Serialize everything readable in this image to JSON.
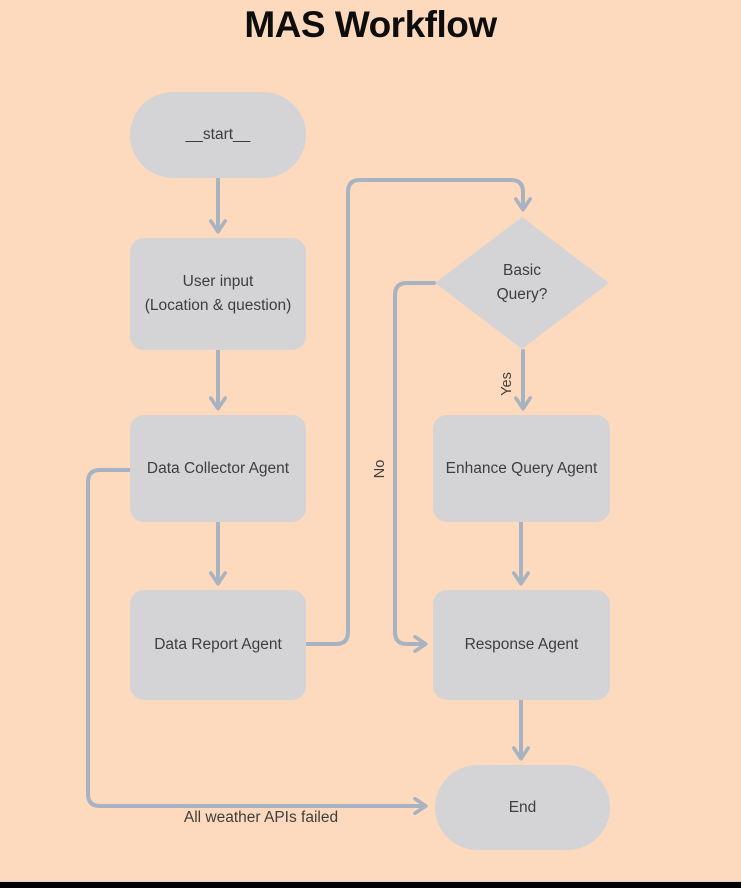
{
  "title": "MAS Workflow",
  "colors": {
    "background": "#fdd9bd",
    "node_fill": "#d4d4d6",
    "edge": "#a7b3c0",
    "node_text": "#3e3e3e",
    "title_text": "#0d0d0d"
  },
  "nodes": {
    "start": {
      "label": "__start__",
      "shape": "stadium"
    },
    "user_input": {
      "line1": "User input",
      "line2": "(Location & question)",
      "shape": "rounded-rect"
    },
    "data_collector": {
      "label": "Data Collector Agent",
      "shape": "rounded-rect"
    },
    "data_report": {
      "label": "Data Report Agent",
      "shape": "rounded-rect"
    },
    "basic_query": {
      "line1": "Basic",
      "line2": "Query?",
      "shape": "diamond"
    },
    "enhance_query": {
      "label": "Enhance Query Agent",
      "shape": "rounded-rect"
    },
    "response": {
      "label": "Response Agent",
      "shape": "rounded-rect"
    },
    "end": {
      "label": "End",
      "shape": "stadium"
    }
  },
  "edges": [
    {
      "from": "start",
      "to": "user_input"
    },
    {
      "from": "user_input",
      "to": "data_collector"
    },
    {
      "from": "data_collector",
      "to": "data_report"
    },
    {
      "from": "data_report",
      "to": "basic_query"
    },
    {
      "from": "basic_query",
      "to": "enhance_query",
      "label": "Yes"
    },
    {
      "from": "basic_query",
      "to": "response",
      "label": "No"
    },
    {
      "from": "enhance_query",
      "to": "response"
    },
    {
      "from": "response",
      "to": "end"
    },
    {
      "from": "data_collector",
      "to": "end",
      "label": "All weather APIs failed"
    }
  ],
  "edge_labels": {
    "yes": "Yes",
    "no": "No",
    "api_failed": "All weather APIs failed"
  }
}
